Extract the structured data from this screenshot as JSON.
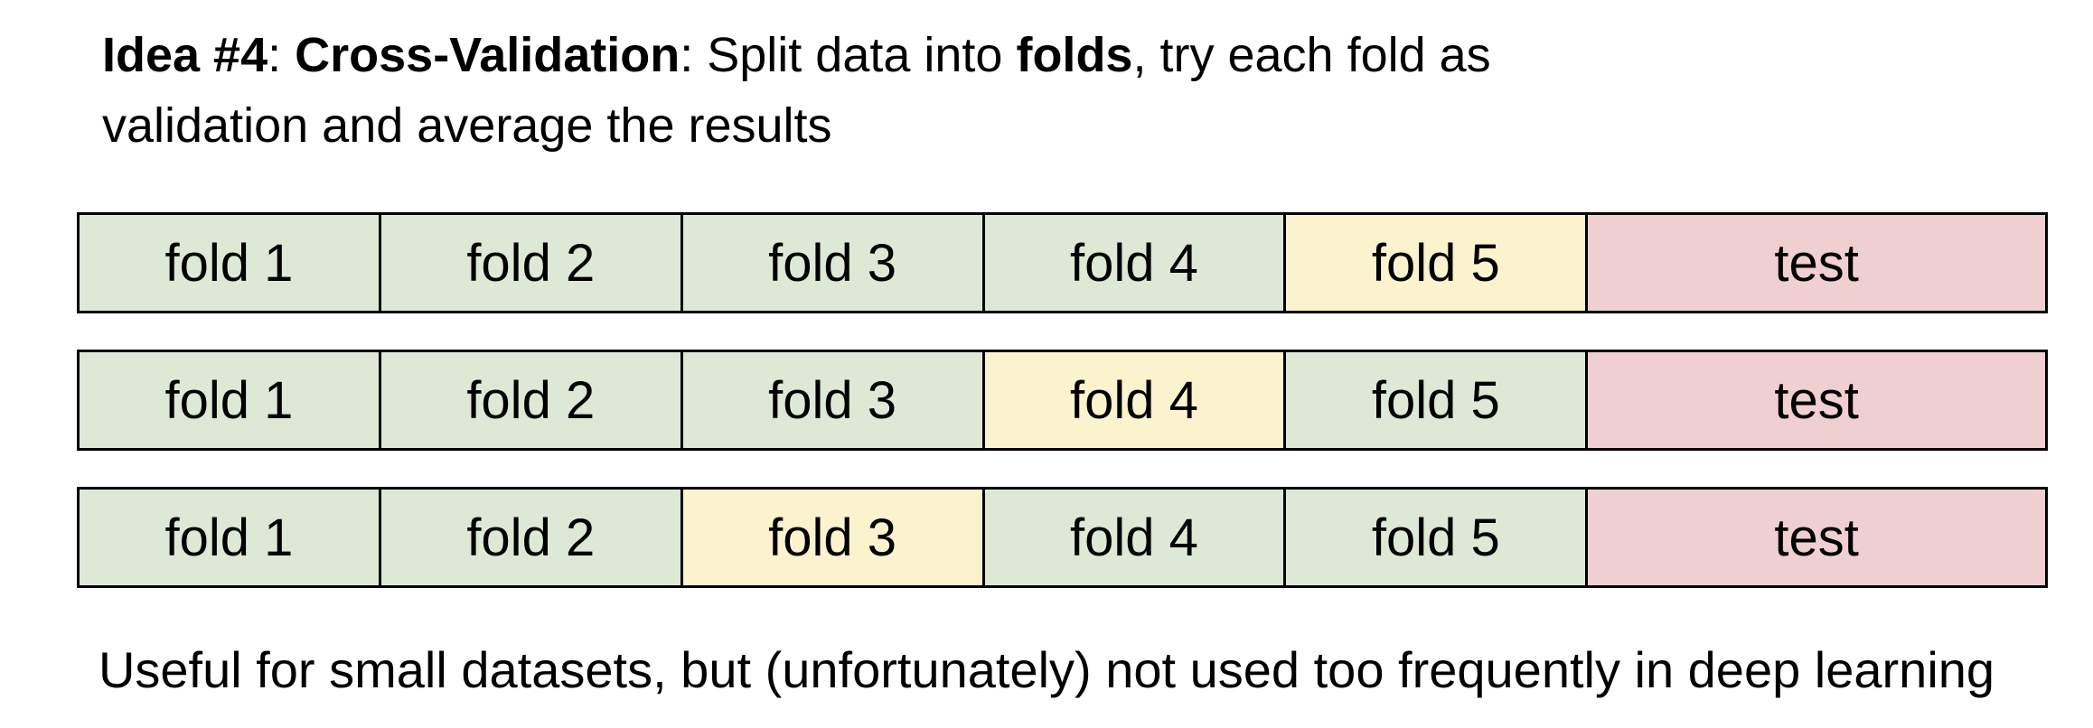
{
  "title": {
    "idea": "Idea #4",
    "sep1": ": ",
    "method": "Cross-Validation",
    "sep2": ": Split data into ",
    "keyword": "folds",
    "rest": ", try each fold as validation and average the results"
  },
  "colors": {
    "train": "#dde8d5",
    "validation": "#fbf3cd",
    "test": "#efcfd0"
  },
  "rows": [
    {
      "cells": [
        {
          "label": "fold 1",
          "role": "train"
        },
        {
          "label": "fold 2",
          "role": "train"
        },
        {
          "label": "fold 3",
          "role": "train"
        },
        {
          "label": "fold 4",
          "role": "train"
        },
        {
          "label": "fold 5",
          "role": "validation"
        },
        {
          "label": "test",
          "role": "test"
        }
      ]
    },
    {
      "cells": [
        {
          "label": "fold 1",
          "role": "train"
        },
        {
          "label": "fold 2",
          "role": "train"
        },
        {
          "label": "fold 3",
          "role": "train"
        },
        {
          "label": "fold 4",
          "role": "validation"
        },
        {
          "label": "fold 5",
          "role": "train"
        },
        {
          "label": "test",
          "role": "test"
        }
      ]
    },
    {
      "cells": [
        {
          "label": "fold 1",
          "role": "train"
        },
        {
          "label": "fold 2",
          "role": "train"
        },
        {
          "label": "fold 3",
          "role": "validation"
        },
        {
          "label": "fold 4",
          "role": "train"
        },
        {
          "label": "fold 5",
          "role": "train"
        },
        {
          "label": "test",
          "role": "test"
        }
      ]
    }
  ],
  "footer": "Useful for small datasets, but (unfortunately) not used too frequently in deep learning"
}
